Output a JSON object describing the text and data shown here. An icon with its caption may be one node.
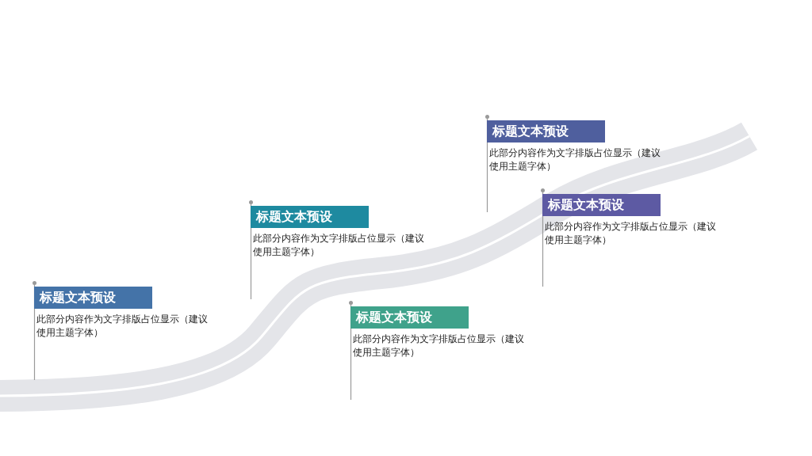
{
  "diagram": {
    "nodes": [
      {
        "text": [
          "标题文本预设",
          "此部分内容作为文字排版占位显示（建议使用主题字体）"
        ]
      },
      {
        "text": [
          "标题文本预设",
          "此部分内容作为文字排版占位显示（建议使用主题字体）"
        ]
      },
      {
        "text": [
          "标题文本预设",
          "此部分内容作为文字排版占位显示（建议使用主题字体）"
        ]
      },
      {
        "text": [
          "标题文本预设",
          "此部分内容作为文字排版占位显示（建议使用主题字体）"
        ]
      },
      {
        "text": [
          "标题文本预设",
          "此部分内容作为文字排版占位显示（建议使用主题字体）"
        ]
      }
    ]
  }
}
